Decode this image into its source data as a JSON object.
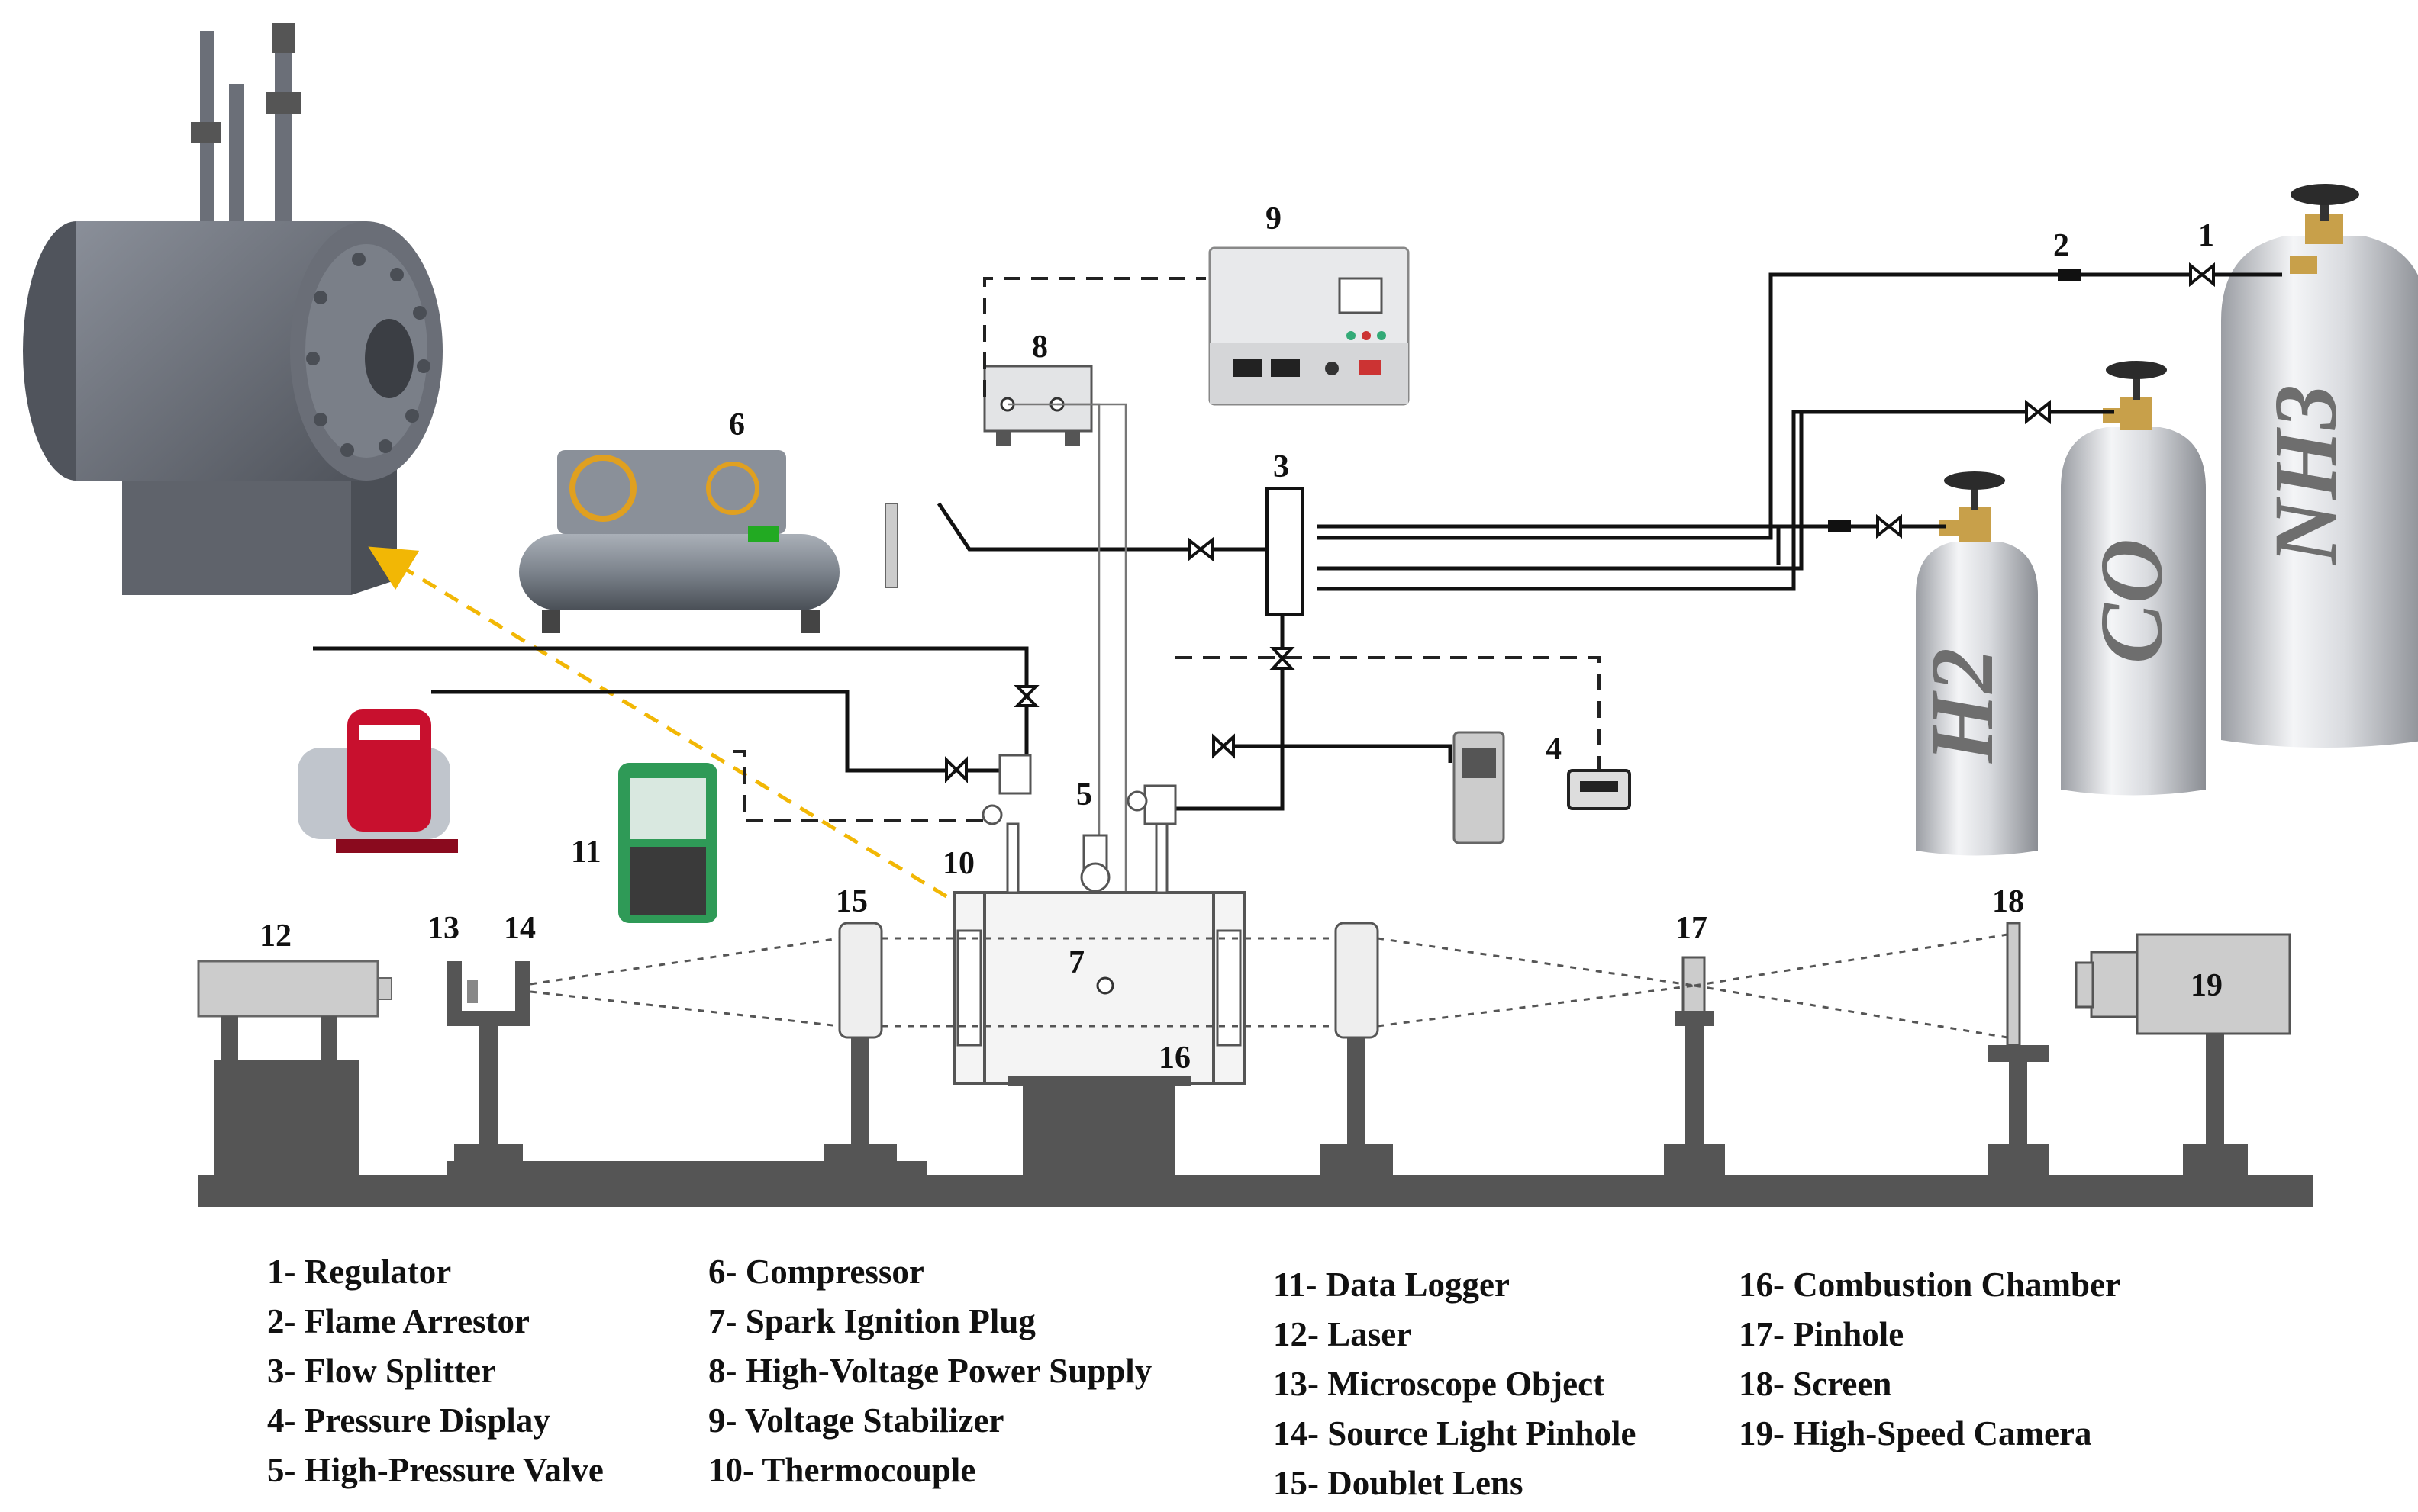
{
  "labels": {
    "n1": "1",
    "n2": "2",
    "n3": "3",
    "n4": "4",
    "n5": "5",
    "n6": "6",
    "n7": "7",
    "n8": "8",
    "n9": "9",
    "n10": "10",
    "n11": "11",
    "n12": "12",
    "n13": "13",
    "n14": "14",
    "n15": "15",
    "n16": "16",
    "n17": "17",
    "n18": "18",
    "n19": "19"
  },
  "cylinders": {
    "h2": "H2",
    "co": "CO",
    "nh3": "NH3"
  },
  "legend": {
    "col1": [
      "1- Regulator",
      "2- Flame Arrestor",
      "3- Flow Splitter",
      "4- Pressure Display",
      "5- High-Pressure Valve"
    ],
    "col2": [
      "6- Compressor",
      "7- Spark Ignition Plug",
      "8- High-Voltage Power Supply",
      "9- Voltage Stabilizer",
      "10- Thermocouple"
    ],
    "col3": [
      "11- Data Logger",
      "12- Laser",
      "13- Microscope Object",
      "14- Source Light Pinhole",
      "15- Doublet Lens"
    ],
    "col4": [
      "16- Combustion Chamber",
      "17- Pinhole",
      "18- Screen",
      "19- High-Speed Camera"
    ]
  },
  "colors": {
    "steel": "#6b6f78",
    "bench": "#555555",
    "arrow": "#f2b705",
    "compressor_red": "#c8102e",
    "valve_brass": "#c8a04a"
  }
}
